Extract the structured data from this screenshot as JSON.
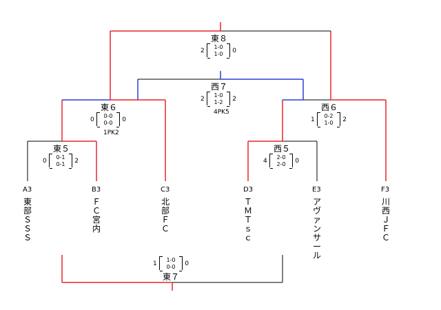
{
  "colors": {
    "win_east": "#e8242a",
    "win_west": "#2a3bd6",
    "loss": "#000000"
  },
  "matches": {
    "higashi8": {
      "name": "東８",
      "left": "2",
      "right": "0",
      "s1": "1-0",
      "s2": "1-0"
    },
    "nishi7": {
      "name": "西７",
      "left": "2",
      "right": "2",
      "s1": "1-0",
      "s2": "1-2",
      "pk": "4PK5"
    },
    "higashi6": {
      "name": "東６",
      "left": "0",
      "right": "0",
      "s1": "0-0",
      "s2": "0-0",
      "pk": "1PK2"
    },
    "nishi6": {
      "name": "西６",
      "left": "1",
      "right": "2",
      "s1": "0-2",
      "s2": "1-0"
    },
    "higashi5": {
      "name": "東５",
      "left": "0",
      "right": "2",
      "s1": "0-1",
      "s2": "0-1"
    },
    "nishi5": {
      "name": "西５",
      "left": "4",
      "right": "0",
      "s1": "2-0",
      "s2": "2-0"
    },
    "higashi7": {
      "name": "東７",
      "left": "1",
      "right": "0",
      "s1": "1-0",
      "s2": "0-0"
    }
  },
  "teams": [
    {
      "seed": "A3",
      "name": "東部ＳＳＳ"
    },
    {
      "seed": "B3",
      "name": "ＦＣ宮内"
    },
    {
      "seed": "C3",
      "name": "北部ＦＣ"
    },
    {
      "seed": "D3",
      "name": "ＴＭＴｓｃ"
    },
    {
      "seed": "E3",
      "name": "アヴァンサール"
    },
    {
      "seed": "F3",
      "name": "川西ＪＦＣ"
    }
  ]
}
